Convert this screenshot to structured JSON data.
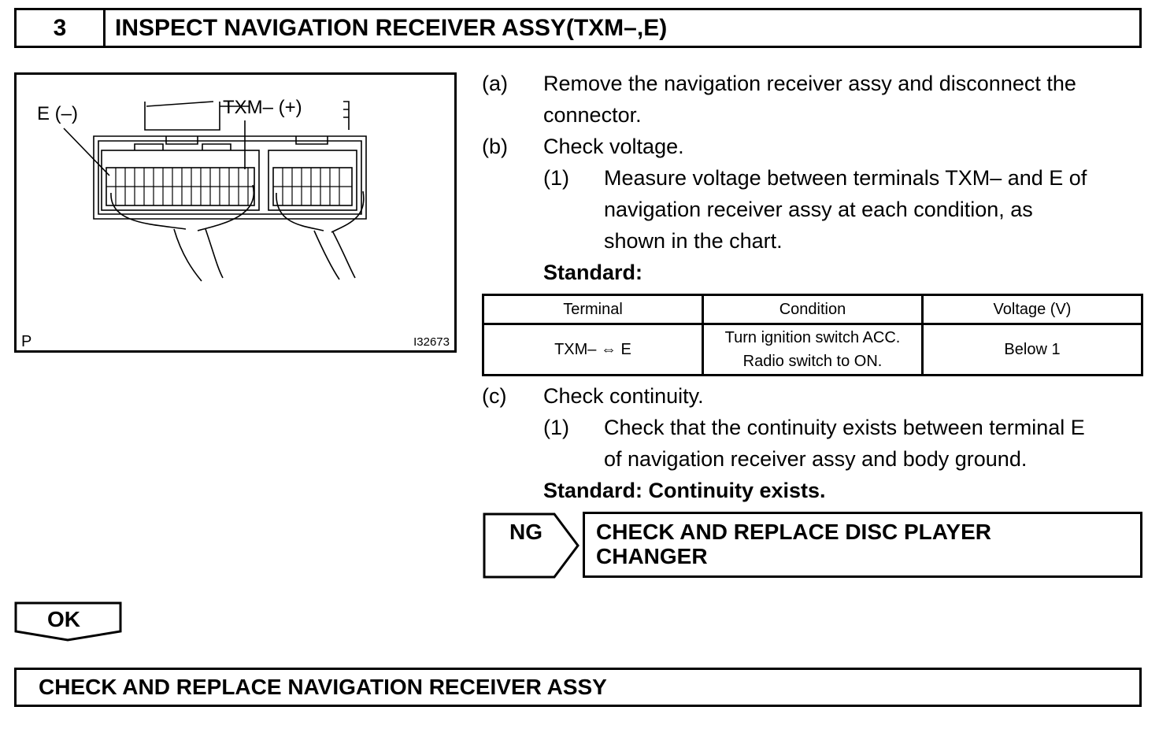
{
  "header": {
    "step_number": "3",
    "title": "INSPECT NAVIGATION RECEIVER ASSY(TXM–,E)"
  },
  "figure": {
    "label_e": "E (–)",
    "label_txm": "TXM– (+)",
    "corner_mark": "P",
    "figure_id": "I32673"
  },
  "steps": {
    "a": {
      "marker": "(a)",
      "line1": "Remove the navigation receiver assy and disconnect the",
      "line2": "connector."
    },
    "b": {
      "marker": "(b)",
      "text": "Check voltage."
    },
    "b1": {
      "marker": "(1)",
      "line1": "Measure voltage between terminals TXM– and E of",
      "line2": "navigation receiver assy at each condition, as",
      "line3": "shown in the chart."
    },
    "standard_b": "Standard:",
    "c": {
      "marker": "(c)",
      "text": "Check continuity."
    },
    "c1": {
      "marker": "(1)",
      "line1": "Check that the continuity exists between terminal E",
      "line2": "of navigation receiver assy and body ground."
    },
    "standard_c": "Standard: Continuity exists."
  },
  "table": {
    "headers": [
      "Terminal",
      "Condition",
      "Voltage (V)"
    ],
    "rows": [
      {
        "terminal": "TXM– ⇔ E",
        "condition_line1": "Turn ignition switch ACC.",
        "condition_line2": "Radio switch to ON.",
        "voltage": "Below 1"
      }
    ]
  },
  "ng": {
    "label": "NG",
    "result_line1": "CHECK AND REPLACE DISC PLAYER",
    "result_line2": "CHANGER"
  },
  "ok": {
    "label": "OK"
  },
  "final": {
    "text": "CHECK AND REPLACE NAVIGATION RECEIVER ASSY"
  }
}
